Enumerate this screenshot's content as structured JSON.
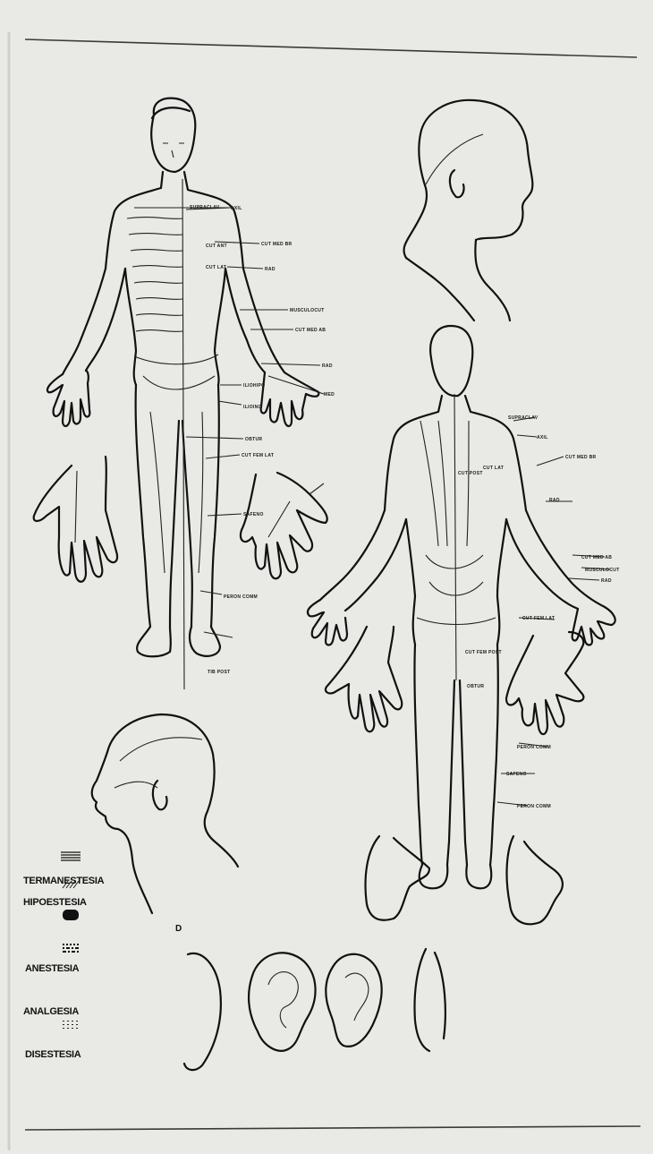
{
  "legend": {
    "items": [
      {
        "label": "TERMANESTESIA",
        "pattern": "horizontal-lines"
      },
      {
        "label": "HIPOESTESIA",
        "pattern": "diagonal-hatch"
      },
      {
        "label": "ANESTESIA",
        "pattern": "solid-black"
      },
      {
        "label": "ANALGESIA",
        "pattern": "dense-dots"
      },
      {
        "label": "DISESTESIA",
        "pattern": "sparse-dots"
      }
    ]
  },
  "panel_letter": "D",
  "labels": {
    "supraclav": "SUPRACLAV",
    "axil": "AXIL",
    "cut_med_br": "CUT MED BR",
    "rad": "RAD",
    "musculocut": "MUSCULOCUT",
    "cut_med_ab": "CUT MED AB",
    "med": "MED",
    "iliohipo": "ILIOHIPO",
    "ilioing": "ILIOING",
    "obtur": "OBTUR",
    "cut_fem_lat": "CUT FEM LAT",
    "safeno": "SAFENO",
    "perone_comm": "PERON COMM",
    "tib_post": "TIB POST",
    "cut_fem_post": "CUT FEM POST",
    "cut_ant": "CUT ANT",
    "cut_lat": "CUT LAT",
    "cut_post": "CUT POST"
  },
  "colors": {
    "paper": "#e9e9e6",
    "ink": "#111111"
  }
}
